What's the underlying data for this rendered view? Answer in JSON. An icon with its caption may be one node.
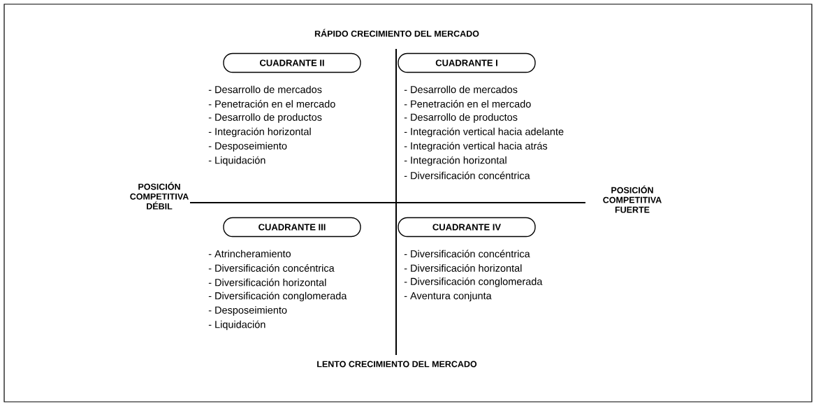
{
  "diagram": {
    "nodes": [
      {
        "text": [
          "CUADRANTE II"
        ],
        "beside": [
          "- Desarrollo de mercados",
          "- Penetración en el mercado",
          "- Desarrollo de productos",
          "- Integración horizontal",
          "- Desposeimiento",
          "- Liquidación"
        ]
      },
      {
        "text": [
          "CUADRANTE I"
        ],
        "beside": [
          "- Desarrollo de mercados",
          "- Penetración en el mercado",
          "- Desarrollo de productos",
          "- Integración vertical hacia adelante",
          "- Integración vertical hacia atrás",
          "- Integración horizontal",
          "- Diversificación concéntrica"
        ]
      },
      {
        "text": [
          "CUADRANTE III"
        ],
        "beside": [
          "- Atrincheramiento",
          "- Diversificación concéntrica",
          "- Diversificación horizontal",
          "- Diversificación conglomerada",
          "- Desposeimiento",
          "- Liquidación"
        ]
      },
      {
        "text": [
          "CUADRANTE IV"
        ],
        "beside": [
          "- Diversificación concéntrica",
          "- Diversificación horizontal",
          "- Diversificación conglomerada",
          "- Aventura conjunta"
        ]
      }
    ],
    "labels": [
      "RÁPIDO CRECIMIENTO DEL MERCADO",
      "POSICIÓN COMPETITIVA DÉBIL",
      "POSICIÓN COMPETITIVA FUERTE",
      "LENTO CRECIMIENTO DEL MERCADO"
    ]
  }
}
